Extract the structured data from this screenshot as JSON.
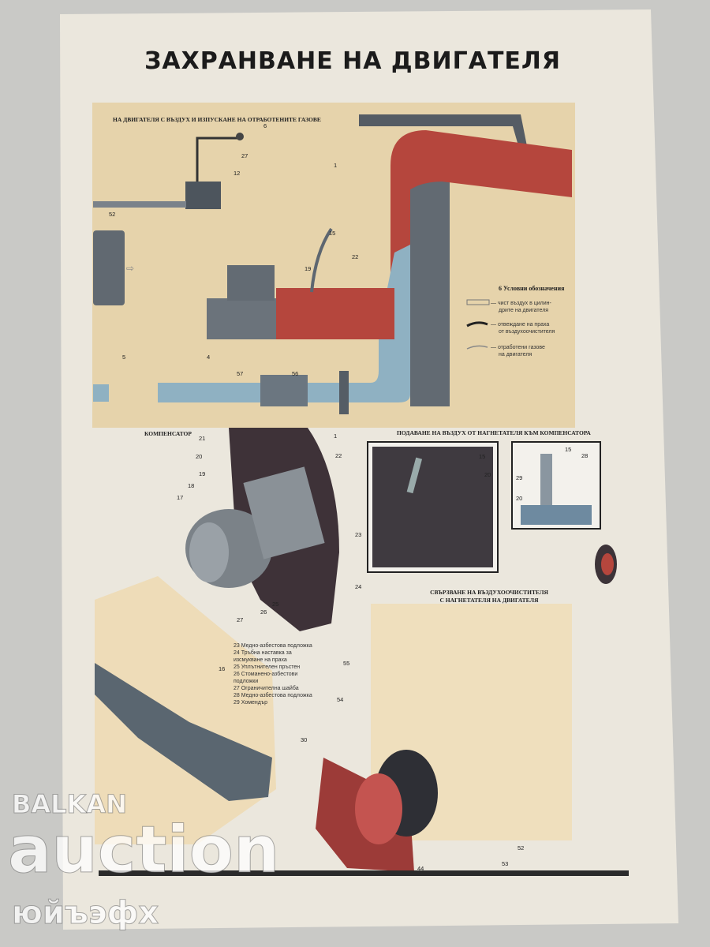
{
  "poster": {
    "title": "ЗАХРАНВАНЕ НА ДВИГАТЕЛЯ",
    "top_panel": {
      "caption": "НА ДВИГАТЕЛЯ С ВЪЗДУХ И ИЗПУСКАНЕ НА   ОТРАБОТЕНИТЕ ГАЗОВЕ",
      "callouts": [
        "6",
        "27",
        "12",
        "52",
        "1",
        "15",
        "19",
        "22",
        "4",
        "57",
        "56",
        "5"
      ],
      "legend": {
        "heading": "6 Условни обозначения",
        "items": [
          {
            "line1": "— чист въздух в цилин-",
            "line2": "дрите на двигателя"
          },
          {
            "line1": "— отвеждане на праха",
            "line2": "от въздухоочистителя"
          },
          {
            "line1": "— отработени газове",
            "line2": "на двигателя"
          }
        ]
      }
    },
    "compensator": {
      "caption": "КОМПЕНСАТОР",
      "callouts": [
        "21",
        "1",
        "20",
        "22",
        "19",
        "18",
        "17",
        "23",
        "24",
        "25",
        "26",
        "27"
      ]
    },
    "air_supply": {
      "caption": "ПОДАВАНЕ НА ВЪЗДУХ ОТ НАГНЕТАТЕЛЯ КЪМ КОМПЕНСАТОРА",
      "callouts_left": [
        "15",
        "20"
      ],
      "callouts_right": [
        "15",
        "28",
        "29",
        "20"
      ]
    },
    "parts_list": [
      "23  Медно-азбестова подложка",
      "24  Тръбна наставка за",
      "      изсмукване на праха",
      "25  Уплътнителен пръстен",
      "26  Стоманено-азбестови",
      "      подложки",
      "27  Ограничителна шайба",
      "28  Медно-азбестова подложка",
      "29  Хомендър"
    ],
    "connection": {
      "caption_line1": "СВЪРЗВАНЕ НА ВЪЗДУХООЧИСТИТЕЛЯ",
      "caption_line2": "С НАГНЕТАТЕЛЯ НА ДВИГАТЕЛЯ",
      "callouts": [
        "16",
        "55",
        "54",
        "30",
        "52",
        "53",
        "44"
      ]
    },
    "watermark": {
      "line1": "BALKAN",
      "line2": "auction",
      "line3": "юйъэфх"
    },
    "colors": {
      "paper": "#ece8de",
      "panel": "#e7d5ae",
      "exhaust": "#b8413a",
      "air": "#8fb0c4",
      "metal": "#5d6670"
    }
  }
}
